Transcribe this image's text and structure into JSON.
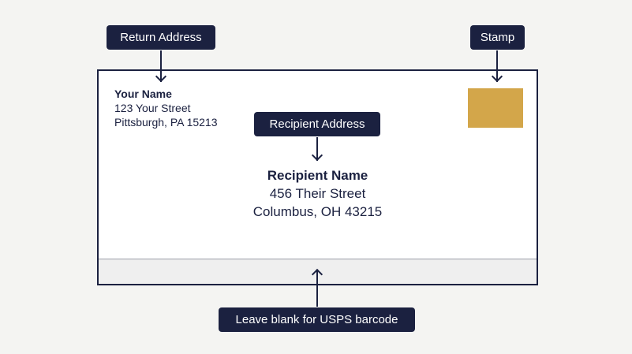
{
  "labels": {
    "return_address": "Return Address",
    "stamp": "Stamp",
    "recipient_address": "Recipient Address",
    "barcode": "Leave blank for USPS barcode"
  },
  "return_address": {
    "name": "Your Name",
    "street": "123 Your Street",
    "city_state_zip": "Pittsburgh, PA 15213"
  },
  "recipient": {
    "name": "Recipient Name",
    "street": "456 Their Street",
    "city_state_zip": "Columbus, OH 43215"
  },
  "colors": {
    "navy": "#1b2140",
    "stamp": "#d3a64a",
    "barcode_zone": "#efefef",
    "background": "#f4f4f2"
  }
}
